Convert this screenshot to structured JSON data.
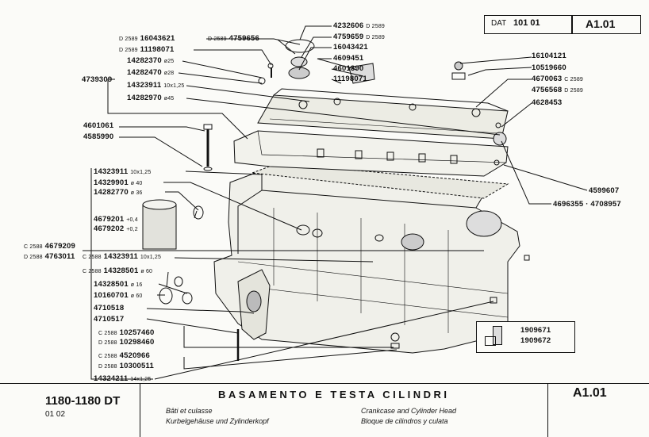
{
  "header": {
    "dat_label": "DAT",
    "dat_number": "101 01",
    "code": "A1.01"
  },
  "parts": {
    "p4232606": {
      "num": "4232606",
      "suf": "D 2589"
    },
    "p4759659": {
      "num": "4759659",
      "suf": "D 2589"
    },
    "p16043421": {
      "num": "16043421"
    },
    "p4609451": {
      "num": "4609451"
    },
    "p4601390": {
      "num": "4601390"
    },
    "p11198071r": {
      "num": "11198071"
    },
    "p16043621": {
      "pre": "D 2589",
      "num": "16043621"
    },
    "p4759656": {
      "pre": "D 2589",
      "num": "4759656"
    },
    "p11198071l": {
      "pre": "D 2589",
      "num": "11198071"
    },
    "p14282370": {
      "num": "14282370",
      "suf": "ø25"
    },
    "p14282470": {
      "num": "14282470",
      "suf": "ø28"
    },
    "p4739309": {
      "num": "4739309"
    },
    "p14323911a": {
      "num": "14323911",
      "suf": "10x1,25"
    },
    "p14282970": {
      "num": "14282970",
      "suf": "ø45"
    },
    "p16104121": {
      "num": "16104121"
    },
    "p10519660": {
      "num": "10519660"
    },
    "p4670063": {
      "num": "4670063",
      "suf": "C 2589"
    },
    "p4756568": {
      "num": "4756568",
      "suf": "D 2589"
    },
    "p4628453": {
      "num": "4628453"
    },
    "p4601061": {
      "num": "4601061"
    },
    "p4585990": {
      "num": "4585990"
    },
    "p14323911b": {
      "num": "14323911",
      "suf": "10x1,25"
    },
    "p14329901": {
      "num": "14329901",
      "suf": "ø 40"
    },
    "p14282770": {
      "num": "14282770",
      "suf": "ø 36"
    },
    "p4679201": {
      "num": "4679201",
      "suf": "+0,4"
    },
    "p4679202": {
      "num": "4679202",
      "suf": "+0,2"
    },
    "p4599607": {
      "num": "4599607"
    },
    "p4696355": {
      "num": "4696355 · 4708957"
    },
    "p4679209": {
      "pre": "C 2588",
      "num": "4679209"
    },
    "p4763011": {
      "pre": "D 2588",
      "num": "4763011"
    },
    "p14323911c": {
      "pre": "C 2588",
      "num": "14323911",
      "suf": "10x1,25"
    },
    "p14328501a": {
      "pre": "C 2588",
      "num": "14328501",
      "suf": "ø 60"
    },
    "p14328501b": {
      "num": "14328501",
      "suf": "ø 16"
    },
    "p10160701": {
      "num": "10160701",
      "suf": "ø 60"
    },
    "p4710518": {
      "num": "4710518"
    },
    "p4710517": {
      "num": "4710517"
    },
    "p10257460": {
      "pre": "C 2588",
      "num": "10257460"
    },
    "p10298460": {
      "pre": "D 2588",
      "num": "10298460"
    },
    "p4520966": {
      "pre": "C 2588",
      "num": "4520966"
    },
    "p10300511": {
      "pre": "D 2588",
      "num": "10300511"
    },
    "p14324211": {
      "num": "14324211",
      "suf": "14x1,25"
    },
    "p1909671": {
      "num": "1909671"
    },
    "p1909672": {
      "num": "1909672"
    }
  },
  "footer": {
    "model": "1180-1180 DT",
    "sub": "01   02",
    "title": "BASAMENTO E TESTA CILINDRI",
    "fr": "Bâti et culasse",
    "de": "Kurbelgehäuse und Zylinderkopf",
    "en": "Crankcase and Cylinder Head",
    "es": "Bloque de cilindros y culata",
    "code": "A1.01"
  }
}
